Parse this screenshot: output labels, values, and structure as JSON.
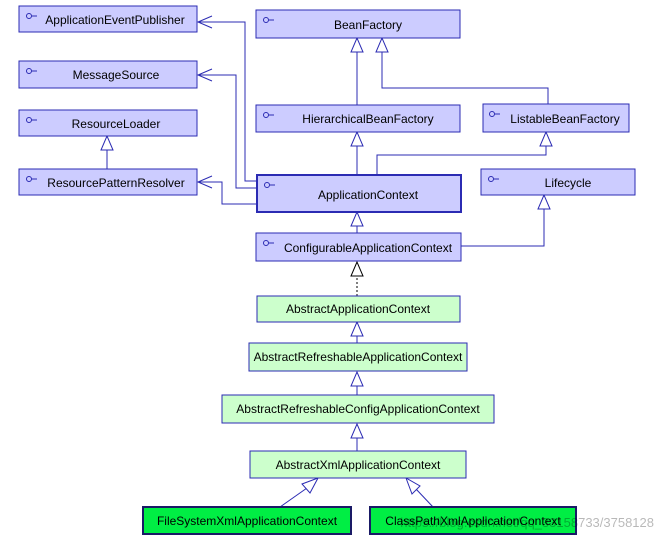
{
  "nodes": {
    "application_event_publisher": "ApplicationEventPublisher",
    "message_source": "MessageSource",
    "resource_loader": "ResourceLoader",
    "resource_pattern_resolver": "ResourcePatternResolver",
    "bean_factory": "BeanFactory",
    "hierarchical_bean_factory": "HierarchicalBeanFactory",
    "listable_bean_factory": "ListableBeanFactory",
    "application_context": "ApplicationContext",
    "lifecycle": "Lifecycle",
    "configurable_application_context": "ConfigurableApplicationContext",
    "abstract_application_context": "AbstractApplicationContext",
    "abstract_refreshable_application_context": "AbstractRefreshableApplicationContext",
    "abstract_refreshable_config_application_context": "AbstractRefreshableConfigApplicationContext",
    "abstract_xml_application_context": "AbstractXmlApplicationContext",
    "file_system_xml_application_context": "FileSystemXmlApplicationContext",
    "class_path_xml_application_context": "ClassPathXmlApplicationContext"
  },
  "watermark": "https://blog.csdn.net/qq_33158733/3758128",
  "colors": {
    "interface_fill": "#ccccff",
    "abstract_fill": "#ccffcc",
    "concrete_fill": "#00ee44",
    "line": "#2b2bb3"
  }
}
